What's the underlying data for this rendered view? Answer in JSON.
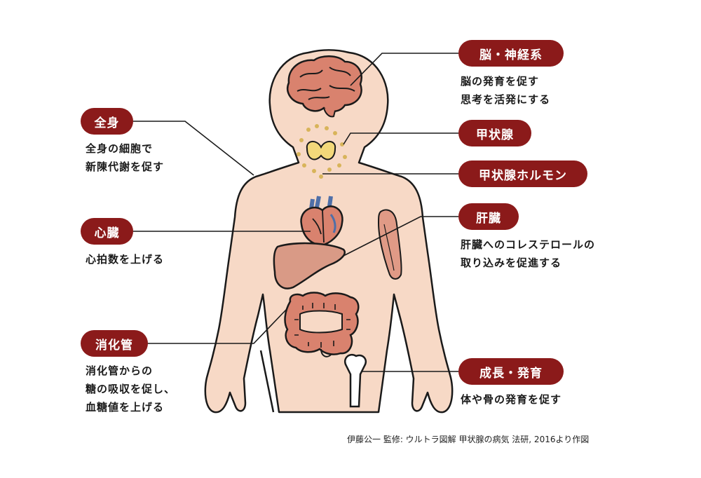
{
  "labels": {
    "brain": {
      "title": "脳・神経系",
      "lines": [
        "脳の発育を促す",
        "思考を活発にする"
      ]
    },
    "thyroid": {
      "title": "甲状腺"
    },
    "hormone": {
      "title": "甲状腺ホルモン"
    },
    "liver": {
      "title": "肝臓",
      "lines": [
        "肝臓へのコレステロールの",
        "取り込みを促進する"
      ]
    },
    "growth": {
      "title": "成長・発育",
      "lines": [
        "体や骨の発育を促す"
      ]
    },
    "whole_body": {
      "title": "全身",
      "lines": [
        "全身の細胞で",
        "新陳代謝を促す"
      ]
    },
    "heart": {
      "title": "心臓",
      "lines": [
        "心拍数を上げる"
      ]
    },
    "digestive": {
      "title": "消化管",
      "lines": [
        "消化管からの",
        "糖の吸収を促し、",
        "血糖値を上げる"
      ]
    }
  },
  "source": "伊藤公一 監修: ウルトラ図解 甲状腺の病気 法研, 2016より作図",
  "colors": {
    "pill": "#8b1a1a",
    "skin": "#f7d9c6",
    "outline": "#1a1a1a",
    "organ_red": "#d9826e",
    "liver": "#d99a86",
    "thyroid": "#f3d87a",
    "hormone_dots": "#d8b45a",
    "vein_blue": "#4f6fa8",
    "bone": "#ffffff"
  },
  "icons": [
    "brain-icon",
    "thyroid-icon",
    "heart-icon",
    "liver-icon",
    "intestine-icon",
    "muscle-icon",
    "bone-icon"
  ]
}
